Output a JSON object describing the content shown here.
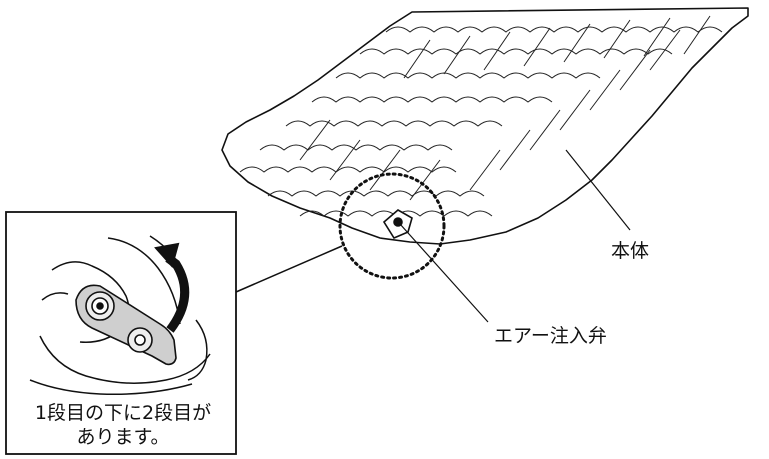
{
  "labels": {
    "body": "本体",
    "air_valve": "エアー注入弁"
  },
  "inset": {
    "caption_line1": "1段目の下に2段目が",
    "caption_line2": "あります。"
  },
  "colors": {
    "line": "#111111",
    "background": "#ffffff"
  }
}
